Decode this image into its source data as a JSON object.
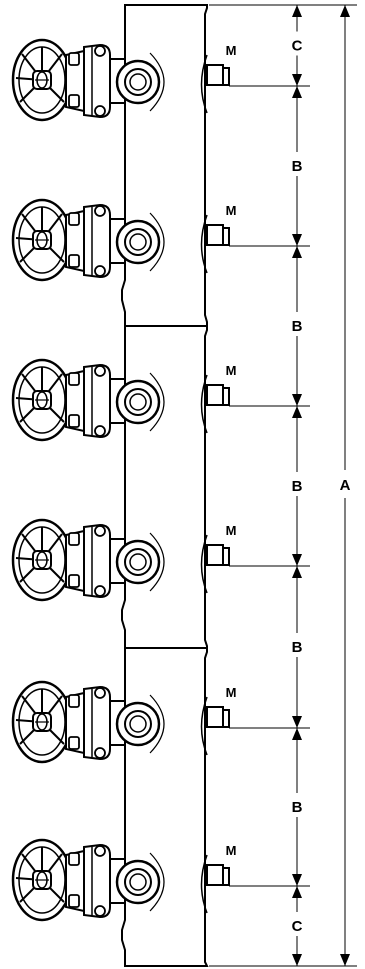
{
  "labels": {
    "outlet": "M",
    "overall": "A",
    "pitch": "B",
    "end": "C"
  },
  "valve_count": 6,
  "colors": {
    "line": "#000000",
    "fill": "#ffffff",
    "shade": "#e6e6e6"
  }
}
